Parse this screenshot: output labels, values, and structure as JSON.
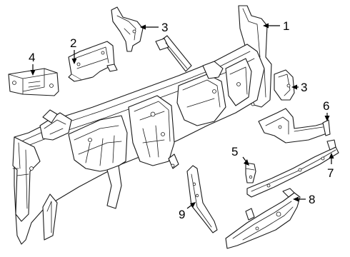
{
  "diagram": {
    "callouts": [
      {
        "id": "c1",
        "text": "1"
      },
      {
        "id": "c2",
        "text": "2"
      },
      {
        "id": "c3a",
        "text": "3"
      },
      {
        "id": "c3b",
        "text": "3"
      },
      {
        "id": "c4",
        "text": "4"
      },
      {
        "id": "c5",
        "text": "5"
      },
      {
        "id": "c6",
        "text": "6"
      },
      {
        "id": "c7",
        "text": "7"
      },
      {
        "id": "c8",
        "text": "8"
      },
      {
        "id": "c9",
        "text": "9"
      }
    ],
    "colors": {
      "line": "#1a1a1a",
      "background": "#ffffff"
    }
  }
}
